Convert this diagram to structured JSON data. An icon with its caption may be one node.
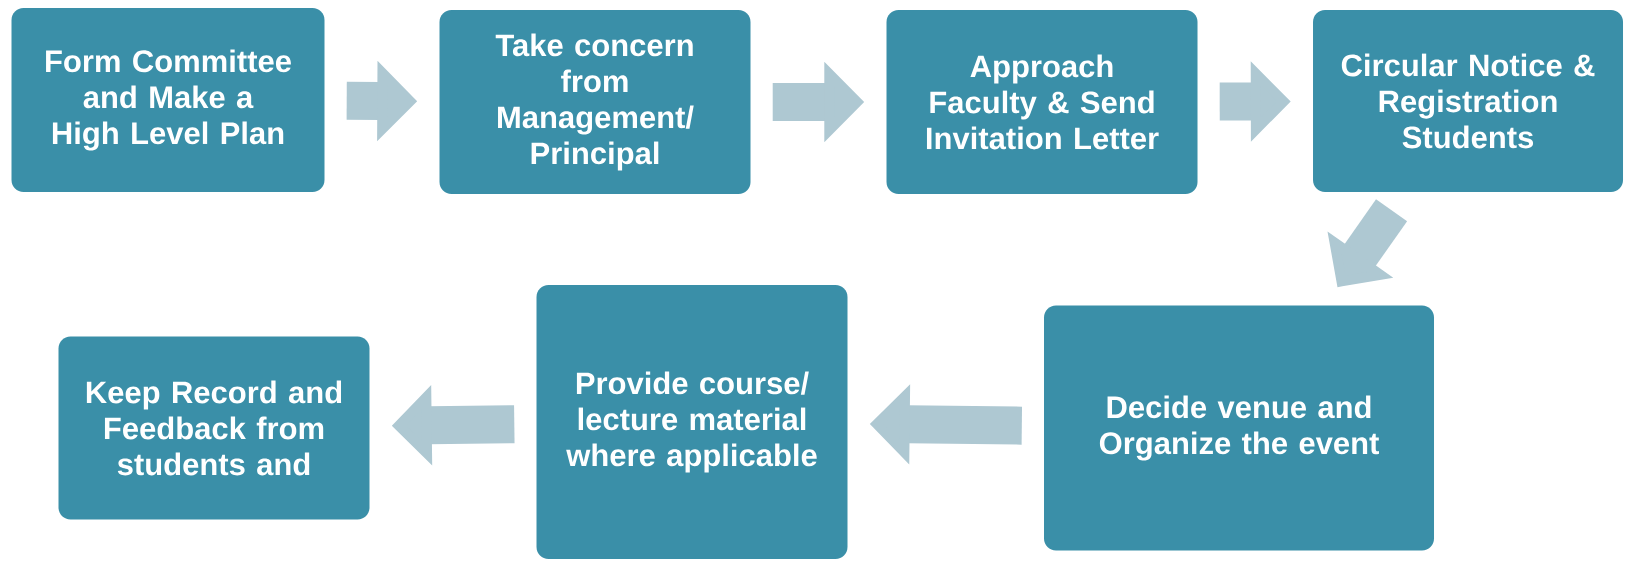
{
  "diagram": {
    "nodes": [
      {
        "text": [
          "Form Committee and Make a High Level Plan"
        ]
      },
      {
        "text": [
          "Take concern from Management/ Principal"
        ]
      },
      {
        "text": [
          "Approach Faculty & Send Invitation Letter"
        ]
      },
      {
        "text": [
          "Circular Notice & Registration Students"
        ]
      },
      {
        "text": [
          "Decide venue and Organize the event"
        ]
      },
      {
        "text": [
          "Provide course/ lecture material where applicable"
        ]
      },
      {
        "text": [
          "Keep Record and Feedback from students and"
        ]
      }
    ],
    "edges": [
      {
        "from": 0,
        "to": 1,
        "arrow": "to"
      },
      {
        "from": 1,
        "to": 2,
        "arrow": "to"
      },
      {
        "from": 2,
        "to": 3,
        "arrow": "to"
      },
      {
        "from": 3,
        "to": 4,
        "arrow": "to"
      },
      {
        "from": 4,
        "to": 5,
        "arrow": "to"
      },
      {
        "from": 5,
        "to": 6,
        "arrow": "to"
      }
    ]
  }
}
